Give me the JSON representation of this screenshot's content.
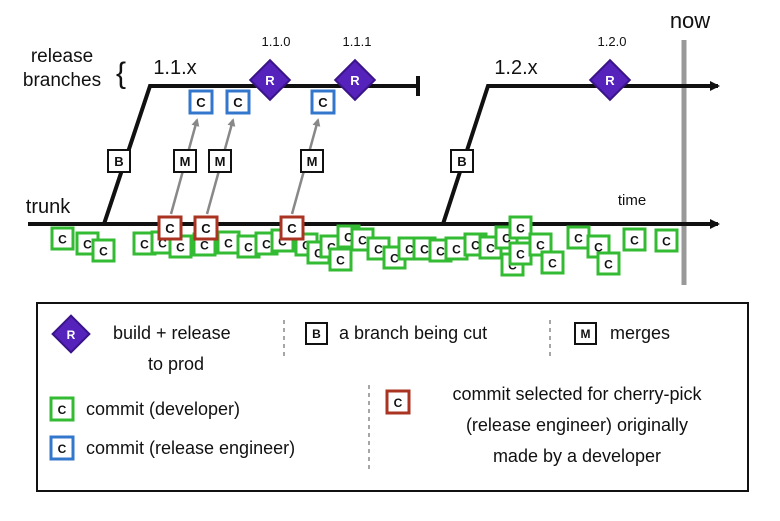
{
  "labels": {
    "now": "now",
    "release_branches": [
      "release",
      "branches"
    ],
    "trunk": "trunk",
    "time": "time",
    "branch_11": "1.1.x",
    "branch_12": "1.2.x"
  },
  "releases": [
    {
      "version": "1.1.0",
      "letter": "R"
    },
    {
      "version": "1.1.1",
      "letter": "R"
    },
    {
      "version": "1.2.0",
      "letter": "R"
    }
  ],
  "glyphs": {
    "commit": "C",
    "merge": "M",
    "branch": "B",
    "release": "R"
  },
  "legend": {
    "build_release": [
      "build + release",
      "to prod"
    ],
    "branch_cut": "a branch being cut",
    "merges": "merges",
    "commit_developer": "commit (developer)",
    "commit_release_engineer": "commit (release engineer)",
    "cherry_pick": [
      "commit selected for cherry-pick",
      "(release engineer) originally",
      "made by a developer"
    ]
  },
  "colors": {
    "developer_commit": "#33bb33",
    "release_engineer_commit": "#3377cc",
    "cherry_pick_commit": "#aa3322",
    "release_marker": "#5522bb",
    "now_line": "#999999"
  }
}
